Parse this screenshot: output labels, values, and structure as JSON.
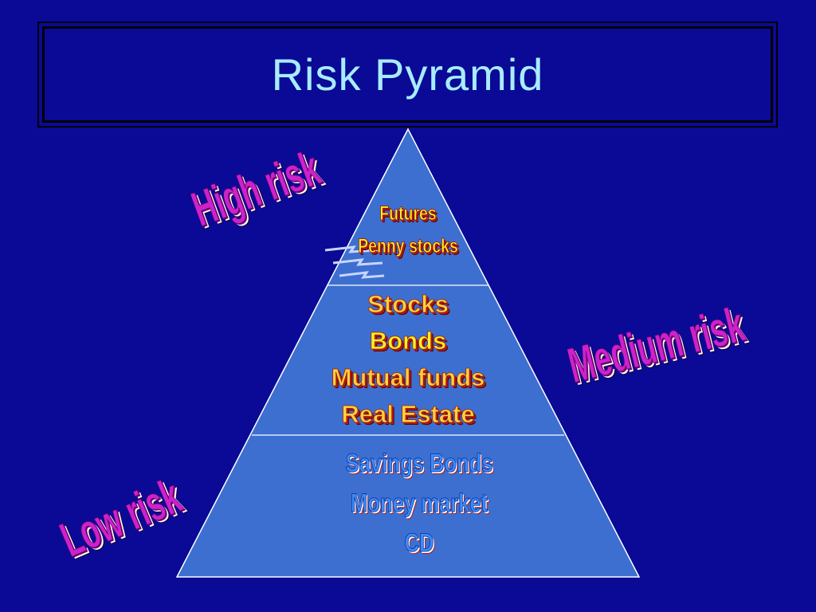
{
  "title": "Risk Pyramid",
  "pyramid": {
    "tiers": [
      {
        "name": "top",
        "items": [
          "Futures",
          "Penny stocks"
        ]
      },
      {
        "name": "middle",
        "items": [
          "Stocks",
          "Bonds",
          "Mutual funds",
          "Real Estate"
        ]
      },
      {
        "name": "bottom",
        "items": [
          "Savings Bonds",
          "Money market",
          "CD"
        ]
      }
    ]
  },
  "labels": {
    "high": "High risk",
    "medium": "Medium risk",
    "low": "Low risk"
  },
  "colors": {
    "background": "#0a0a96",
    "pyramid_fill": "#3d6fd0",
    "title_text": "#a8ecff",
    "risk_label": "#cc22cc"
  }
}
